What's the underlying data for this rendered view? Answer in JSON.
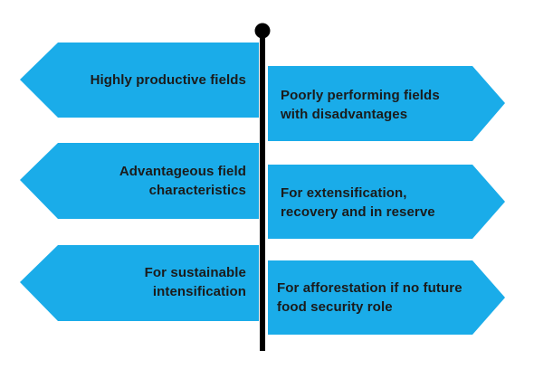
{
  "colors": {
    "sign_fill": "#1AACE9",
    "pole": "#000000",
    "text": "#1b1b1b"
  },
  "left_signs": [
    {
      "label": "Highly productive fields"
    },
    {
      "label": "Advantageous field characteristics"
    },
    {
      "label": "For sustainable intensification"
    }
  ],
  "right_signs": [
    {
      "label": "Poorly performing fields with disadvantages"
    },
    {
      "label": "For extensification, recovery and in reserve"
    },
    {
      "label": "For afforestation if no future food security role"
    }
  ]
}
